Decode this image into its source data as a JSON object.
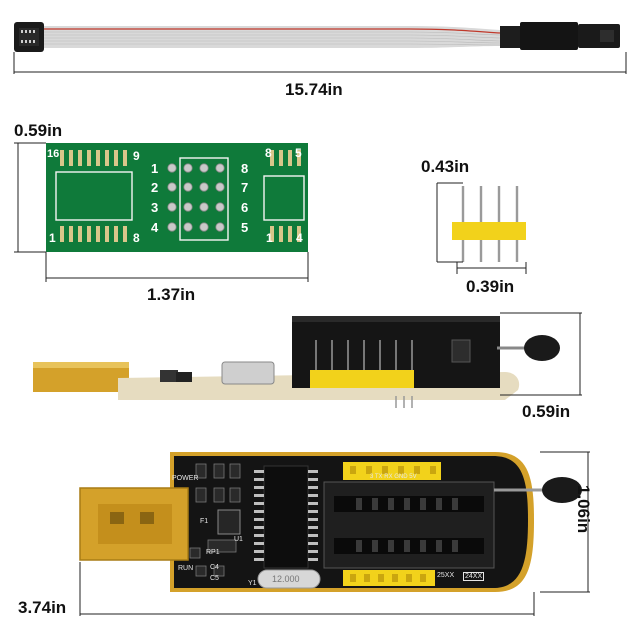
{
  "dimensions": {
    "cable_length": "15.74in",
    "adapter_height": "0.59in",
    "adapter_width": "1.37in",
    "header_height": "0.43in",
    "header_width": "0.39in",
    "programmer_height": "0.59in",
    "programmer_length": "3.74in",
    "programmer_width": "1.06in"
  },
  "adapter_labels": {
    "left_top": "16",
    "left_top_right": "9",
    "left_bottom": "1",
    "left_bottom_right": "8",
    "mid_left": [
      "1",
      "2",
      "3",
      "4"
    ],
    "mid_right": [
      "8",
      "7",
      "6",
      "5"
    ],
    "right_top_left": "8",
    "right_top_right": "5",
    "right_bottom_left": "1",
    "right_bottom_right": "4"
  },
  "board_labels": {
    "power": "POWER",
    "run": "RUN",
    "rp1": "RP1",
    "u1": "U1",
    "c4": "C4",
    "c5": "C5",
    "y1": "Y1",
    "f1": "F1",
    "crystal": "12.000",
    "pin_header": "3 TX RX GND 5V",
    "chip_25": "25XX",
    "chip_24": "24XX"
  },
  "colors": {
    "pcb_green": "#0f7a3a",
    "pcb_black": "#141414",
    "usb_gold": "#d4a12a",
    "header_yellow": "#f2d21b"
  }
}
